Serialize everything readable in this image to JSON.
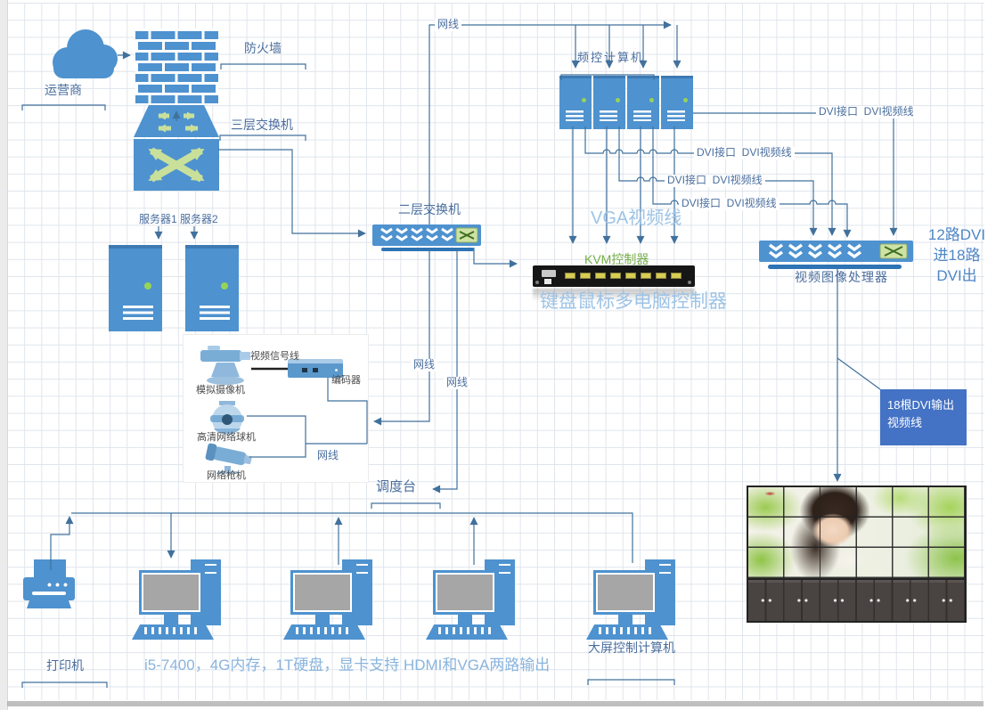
{
  "colors": {
    "shape_blue": "#4e92cf",
    "connector_blue": "#41719c",
    "label_blue": "#4a6e9e",
    "light_blue_text": "#9dc3e6",
    "arrow_green": "#c9e09b",
    "kvm_green_text": "#74ad47",
    "callout_bg": "#4472c4",
    "screen_gray": "#a6a6a6"
  },
  "nodes": {
    "isp_label": "运营商",
    "firewall_label": "防火墙",
    "l3_switch_label": "三层交换机",
    "servers_label": "服务器1 服务器2",
    "freq_computers_label": "频控计算机",
    "l2_switch_label": "二层交换机",
    "kvm_label": "KVM控制器",
    "kvm_caption": "键盘鼠标多电脑控制器",
    "video_processor_label": "视频图像处理器",
    "dispatch_label": "调度台",
    "printer_label": "打印机",
    "big_screen_pc_label": "大屏控制计算机"
  },
  "cables": {
    "net_labels": [
      "网线",
      "网线",
      "网线",
      "网线"
    ],
    "dvi_labels": [
      "DVI接口  DVI视频线",
      "DVI接口  DVI视频线",
      "DVI接口  DVI视频线",
      "DVI接口  DVI视频线"
    ],
    "vga_label": "VGA视频线",
    "video_signal_label": "视频信号线"
  },
  "cameras": {
    "analog": "模拟摄像机",
    "encoder": "编码器",
    "dome": "高清网络球机",
    "bullet": "网络枪机"
  },
  "annotations": {
    "processor_capacity_lines": [
      "12路DVI",
      "进18路",
      "DVI出"
    ],
    "dvi_output_callout_lines": [
      "18根DVI输出",
      "视频线"
    ],
    "pc_spec": "i5-7400，4G内存，1T硬盘，显卡支持 HDMI和VGA两路输出"
  }
}
